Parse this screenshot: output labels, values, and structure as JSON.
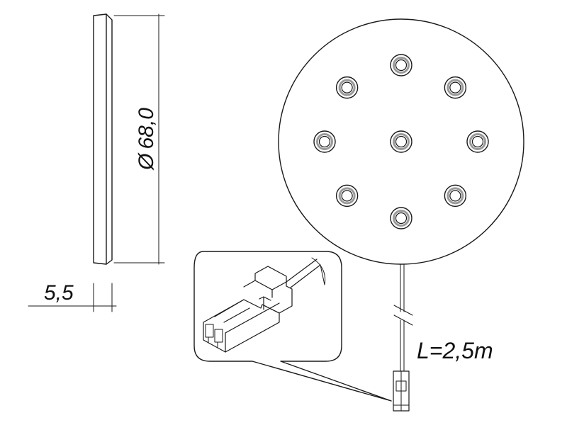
{
  "dimensions": {
    "diameter": "68,0",
    "diameter_symbol": "Ø",
    "thickness": "5,5",
    "cable_length": "L=2,5m"
  },
  "led_count": 9,
  "colors": {
    "line": "#1a1a1a",
    "led_ring": "#9a9a9a"
  }
}
